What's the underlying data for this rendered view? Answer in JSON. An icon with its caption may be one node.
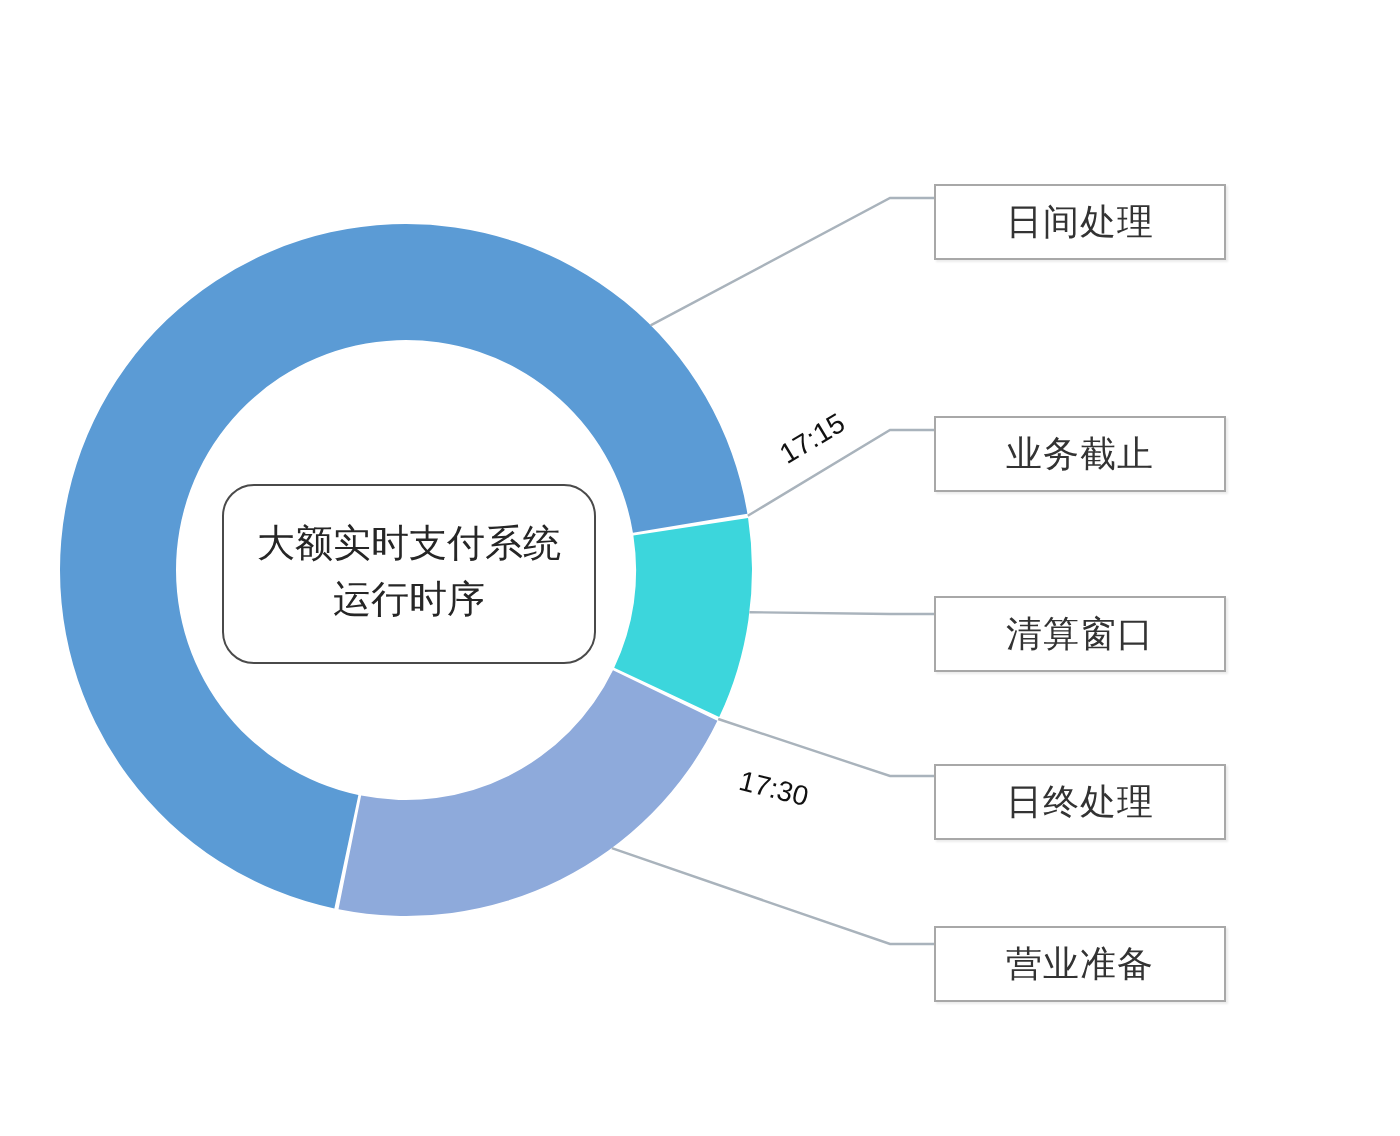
{
  "diagram": {
    "nodes": [
      {
        "text": [
          "大额实时支付系统运行时序"
        ]
      },
      {
        "text": [],
        "shape": "arc"
      },
      {
        "text": [],
        "shape": "arc"
      },
      {
        "text": [],
        "shape": "arc"
      },
      {
        "text": [
          "日间处理"
        ]
      },
      {
        "text": [
          "业务截止"
        ]
      },
      {
        "text": [
          "清算窗口"
        ]
      },
      {
        "text": [
          "日终处理"
        ]
      },
      {
        "text": [
          "营业准备"
        ]
      }
    ],
    "edges": [
      {
        "from": 4,
        "to": 1,
        "arrow": "none"
      },
      {
        "from": 5,
        "to": 2,
        "arrow": "none",
        "label": "17:15"
      },
      {
        "from": 6,
        "to": 2,
        "arrow": "none"
      },
      {
        "from": 7,
        "to": 2,
        "arrow": "none",
        "label": "17:30"
      },
      {
        "from": 8,
        "to": 3,
        "arrow": "none"
      }
    ]
  }
}
